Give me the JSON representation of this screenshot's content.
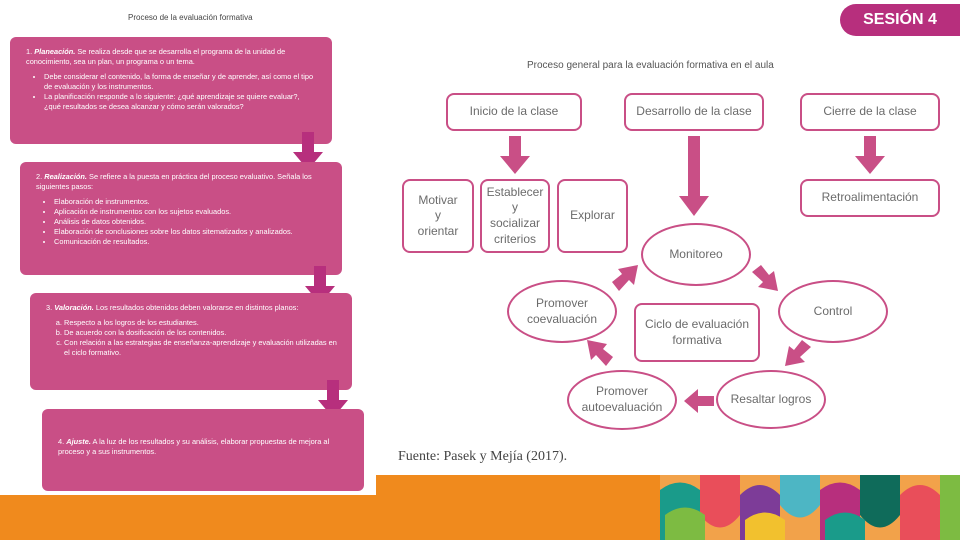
{
  "left_title": "Proceso de la evaluación formativa",
  "steps": [
    {
      "number": "1.",
      "heading": "Planeación.",
      "lead": "Se realiza desde que se desarrolla el programa de la unidad de conocimiento, sea un plan, un programa o un tema.",
      "items": [
        "Debe considerar el contenido, la forma de enseñar y de aprender, así como el tipo de evaluación y los instrumentos.",
        "La planificación responde a lo siguiente: ¿qué aprendizaje se quiere evaluar?, ¿qué resultados se desea alcanzar y cómo serán valorados?"
      ]
    },
    {
      "number": "2.",
      "heading": "Realización.",
      "lead": "Se refiere a la puesta en práctica del proceso evaluativo. Señala los siguientes pasos:",
      "items": [
        "Elaboración de instrumentos.",
        "Aplicación de instrumentos con los sujetos evaluados.",
        "Análisis de datos obtenidos.",
        "Elaboración de conclusiones sobre los datos sitematizados y analizados.",
        "Comunicación de resultados."
      ]
    },
    {
      "number": "3.",
      "heading": "Valoración.",
      "lead": "Los resultados obtenidos deben valorarse en distintos planos:",
      "items": [
        "Respecto a los logros de los estudiantes.",
        "De acuerdo con la dosificación de los contenidos.",
        "Con relación a las estrategias de enseñanza-aprendizaje y evaluación utilizadas en el ciclo formativo."
      ]
    },
    {
      "number": "4.",
      "heading": "Ajuste.",
      "lead": "A la luz de los resultados y su análisis, elaborar propuestas de mejora al proceso y a sus instrumentos.",
      "items": []
    }
  ],
  "right_title": "Proceso general para la evaluación formativa en el aula",
  "phases": {
    "inicio": "Inicio de la clase",
    "desarrollo": "Desarrollo de la clase",
    "cierre": "Cierre de la clase"
  },
  "inicio_boxes": {
    "motivar": "Motivar y orientar",
    "establecer": "Establecer y socializar criterios",
    "explorar": "Explorar"
  },
  "cierre_box": "Retroalimentación",
  "cycle": {
    "center": "Ciclo de evaluación formativa",
    "monitoreo": "Monitoreo",
    "control": "Control",
    "resaltar": "Resaltar logros",
    "autoevaluacion": "Promover autoevaluación",
    "coevaluacion": "Promover coevaluación"
  },
  "source": "Fuente: Pasek y Mejía (2017).",
  "badge": "SESIÓN 4",
  "colors": {
    "magenta": "#c94f86",
    "badge": "#b72f7d",
    "orange": "#f08a1d"
  }
}
